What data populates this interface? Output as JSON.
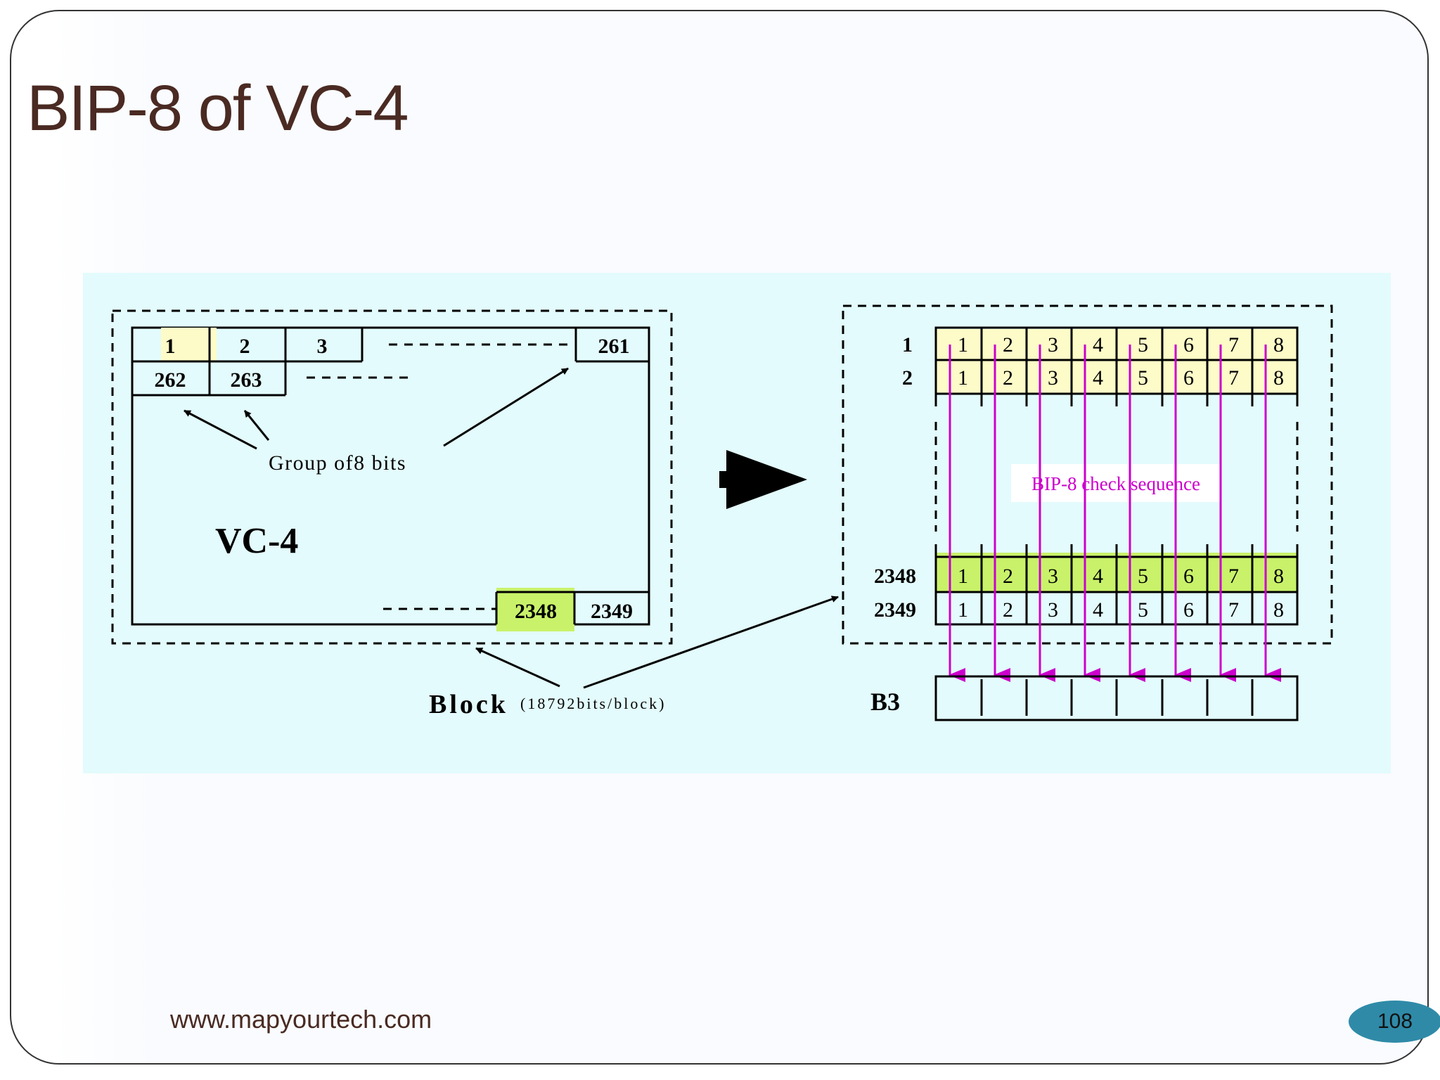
{
  "slide": {
    "title": "BIP-8 of VC-4",
    "footer_url": "www.mapyourtech.com",
    "page_number": "108"
  },
  "left_diagram": {
    "top_row_labels": [
      "1",
      "2",
      "3",
      "261"
    ],
    "second_row_labels": [
      "262",
      "263"
    ],
    "bottom_row_labels": [
      "2348",
      "2349"
    ],
    "group_label": "Group of8 bits",
    "container_label": "VC-4",
    "block_label": "Block",
    "block_note": "(18792bits/block)"
  },
  "right_diagram": {
    "row_labels": [
      "1",
      "2",
      "2348",
      "2349"
    ],
    "bit_labels": [
      "1",
      "2",
      "3",
      "4",
      "5",
      "6",
      "7",
      "8"
    ],
    "check_label": "BIP-8 check sequence",
    "result_label": "B3"
  },
  "colors": {
    "panel_bg": "#e3fbfc",
    "yellow_highlight": "#fdfbc8",
    "green_highlight": "#c9f26a",
    "magenta_arrows": "#cc00cc",
    "title_color": "#4a2a22",
    "badge_color": "#2f8aa8"
  }
}
